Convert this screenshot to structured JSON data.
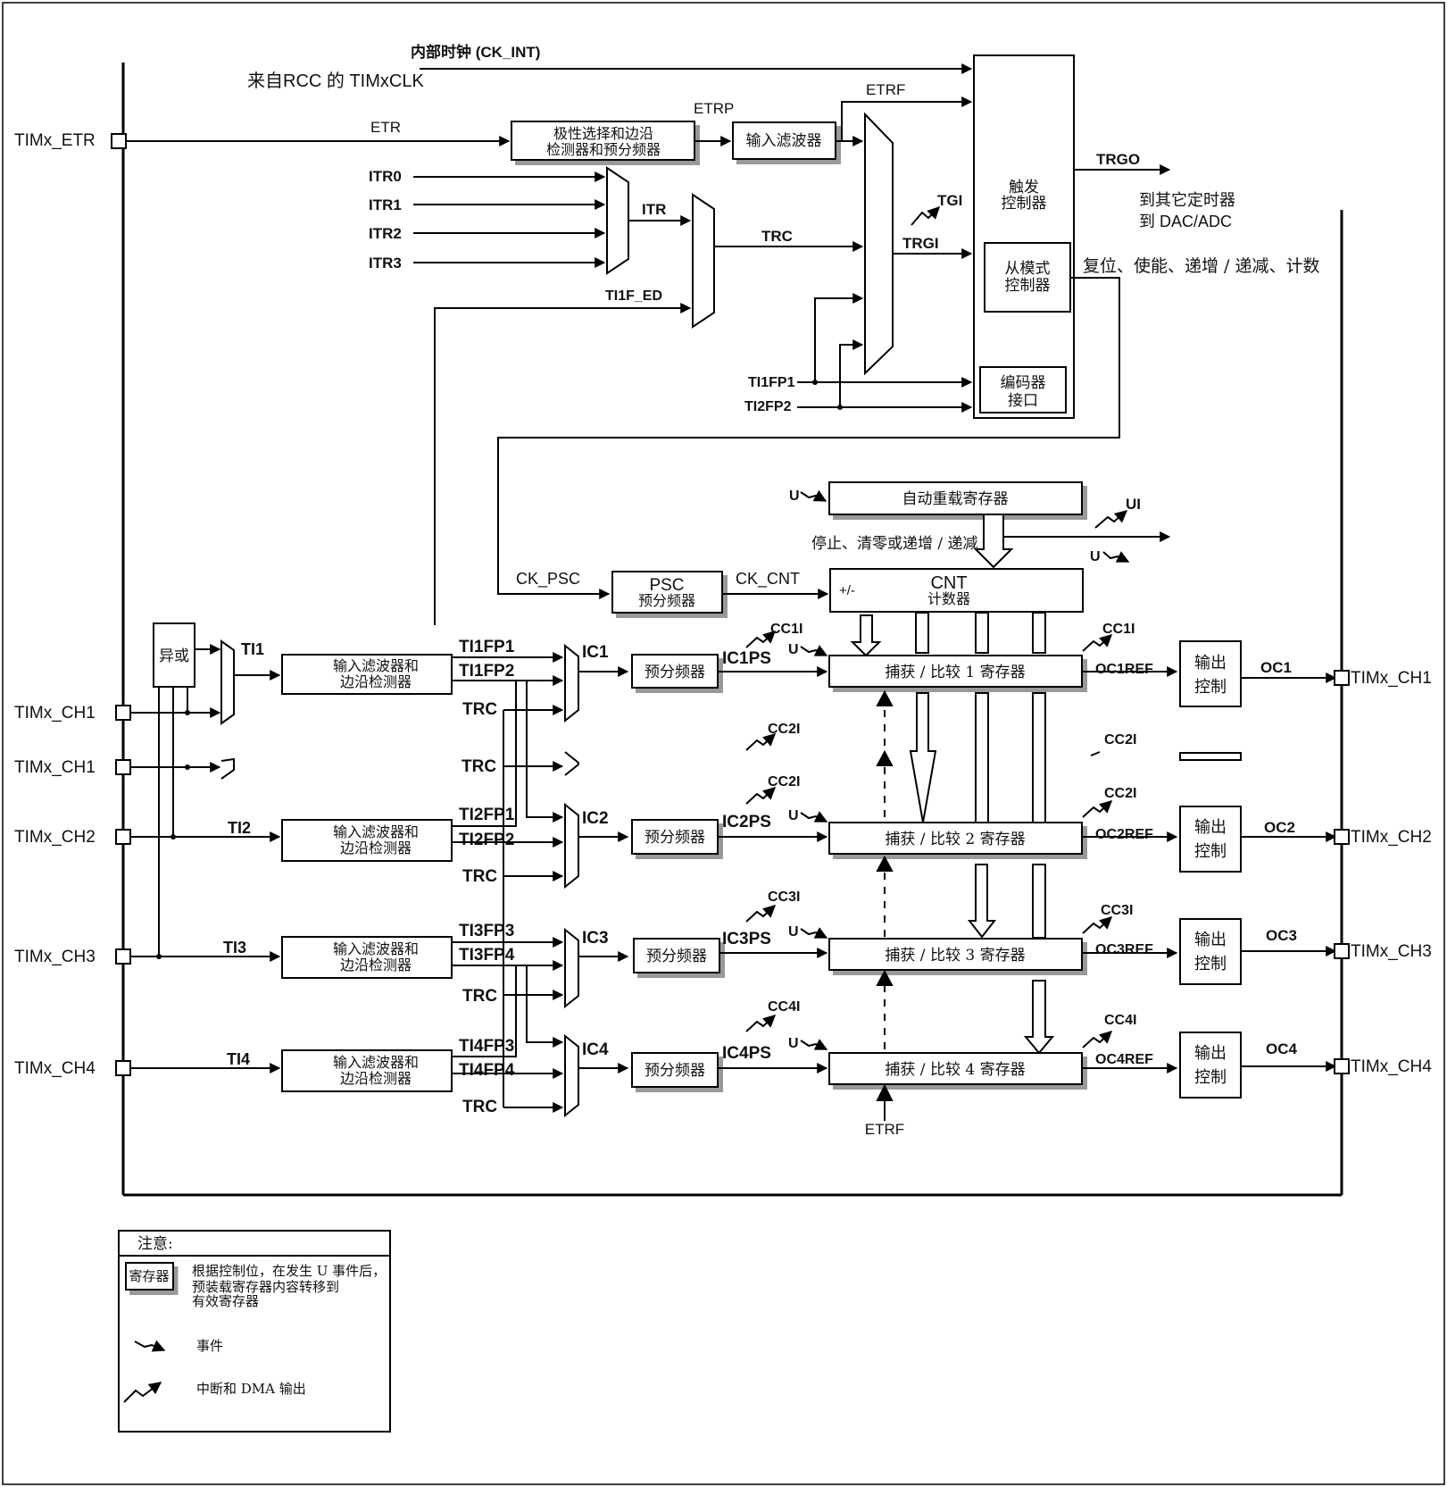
{
  "clock": {
    "internal": "内部时钟 (CK_INT)",
    "source": "来自RCC 的 TIMxCLK"
  },
  "etr_path": {
    "etr": "ETR",
    "etrp": "ETRP",
    "etrf": "ETRF",
    "polarity_line1": "极性选择和边沿",
    "polarity_line2": "检测器和预分频器",
    "input_filter": "输入滤波器"
  },
  "itr": {
    "itr0": "ITR0",
    "itr1": "ITR1",
    "itr2": "ITR2",
    "itr3": "ITR3",
    "itr": "ITR",
    "trc": "TRC",
    "ti1f_ed": "TI1F_ED",
    "ti1fp1": "TI1FP1",
    "ti2fp2": "TI2FP2",
    "tgi": "TGI",
    "trgi": "TRGI"
  },
  "controller": {
    "trigger_line1": "触发",
    "trigger_line2": "控制器",
    "slave_line1": "从模式",
    "slave_line2": "控制器",
    "encoder_line1": "编码器",
    "encoder_line2": "接口",
    "trgo": "TRGO",
    "trgo_dest1": "到其它定时器",
    "trgo_dest2": "到 DAC/ADC",
    "slave_modes": "复位、使能、递增 / 递减、计数"
  },
  "counter": {
    "u": "U",
    "ui": "UI",
    "arr": "自动重载寄存器",
    "stop_text": "停止、清零或递增 / 递减",
    "ck_psc": "CK_PSC",
    "ck_cnt": "CK_CNT",
    "psc_line1": "PSC",
    "psc_line2": "预分频器",
    "cnt_line1": "CNT",
    "cnt_line2": "计数器",
    "updown": "+/-"
  },
  "left_pins": {
    "etr": "TIMx_ETR",
    "ch1a": "TIMx_CH1",
    "ch1b": "TIMx_CH1",
    "ch2": "TIMx_CH2",
    "ch3": "TIMx_CH3",
    "ch4": "TIMx_CH4",
    "xor": "异或"
  },
  "right_pins": {
    "ch1": "TIMx_CH1",
    "ch2": "TIMx_CH2",
    "ch3": "TIMx_CH3",
    "ch4": "TIMx_CH4"
  },
  "filter": {
    "line1": "输入滤波器和",
    "line2": "边沿检测器"
  },
  "prescaler": "预分频器",
  "output_ctrl": {
    "line1": "输出",
    "line2": "控制"
  },
  "channels": [
    {
      "ti": "TI1",
      "fpa": "TI1FP1",
      "fpb": "TI1FP2",
      "trc": "TRC",
      "ic": "IC1",
      "icps": "IC1PS",
      "cci": "CC1I",
      "cci_out": "CC1I",
      "ccr": "捕获 / 比较 1 寄存器",
      "ocref": "OC1REF",
      "oc": "OC1"
    },
    {
      "ti": "TI2",
      "fpa": "TI2FP1",
      "fpb": "TI2FP2",
      "trc": "TRC",
      "ic": "IC2",
      "icps": "IC2PS",
      "cci": "CC2I",
      "cci_out": "CC2I",
      "ccr": "捕获 / 比较 2 寄存器",
      "ocref": "OC2REF",
      "oc": "OC2"
    },
    {
      "ti": "TI3",
      "fpa": "TI3FP3",
      "fpb": "TI3FP4",
      "trc": "TRC",
      "ic": "IC3",
      "icps": "IC3PS",
      "cci": "CC3I",
      "cci_out": "CC3I",
      "ccr": "捕获 / 比较 3 寄存器",
      "ocref": "OC3REF",
      "oc": "OC3"
    },
    {
      "ti": "TI4",
      "fpa": "TI4FP3",
      "fpb": "TI4FP4",
      "trc": "TRC",
      "ic": "IC4",
      "icps": "IC4PS",
      "cci": "CC4I",
      "cci_out": "CC4I",
      "ccr": "捕获 / 比较 4 寄存器",
      "ocref": "OC4REF",
      "oc": "OC4"
    }
  ],
  "ghost": {
    "trc": "TRC",
    "cc2i_a": "CC2I",
    "cc2i_b": "CC2I",
    "cc2i_c": "CC2I"
  },
  "etrf_bottom": "ETRF",
  "notes": {
    "title": "注意:",
    "register": "寄存器",
    "reg_desc1": "根据控制位，在发生 U 事件后，",
    "reg_desc2": "预装载寄存器内容转移到",
    "reg_desc3": "有效寄存器",
    "event": "事件",
    "interrupt": "中断和 DMA 输出"
  }
}
